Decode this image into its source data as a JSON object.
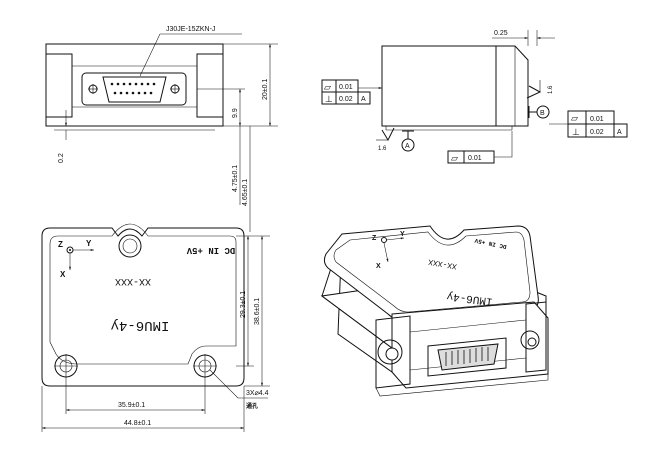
{
  "connector_part": "J30JE-15ZKN-J",
  "gap_dim": "0.25",
  "front_view": {
    "height_dim": "20±0.1",
    "inner_dim": "9.9",
    "bottom_dim": "0.2",
    "lower_dim_a": "4.75±0.1",
    "lower_dim_b": "4.65±0.1"
  },
  "side_view": {
    "fcf1_sym": "▱",
    "fcf1_val": "0.01",
    "fcf2_sym": "⊥",
    "fcf2_val": "0.02",
    "fcf2_ref": "A",
    "fcf3_sym": "▱",
    "fcf3_val": "0.01",
    "fcf4_sym": "▱",
    "fcf4_val": "0.01",
    "fcf5_sym": "⊥",
    "fcf5_val": "0.02",
    "fcf5_ref": "A",
    "datum_a": "A",
    "datum_b": "B",
    "roughness_1": "1.6",
    "roughness_2": "1.6"
  },
  "top_view": {
    "axis_z": "Z",
    "axis_y": "Y",
    "axis_x": "X",
    "power_label": "DC IN +5V",
    "serial_label": "XX-XXX",
    "model_label": "IMU6-4y",
    "height_inner_dim": "29.3±0.1",
    "height_outer_dim": "38.6±0.1",
    "width_inner_dim": "35.9±0.1",
    "width_outer_dim": "44.8±0.1",
    "hole_note": "3X⌀4.4",
    "hole_note_sub": "通孔"
  },
  "iso_view": {
    "axis_z": "Z",
    "axis_y": "Y",
    "axis_x": "X",
    "power_label": "DC IN +5V",
    "serial_label": "XX-XXX",
    "model_label": "IMU6-4y"
  },
  "colors": {
    "line": "#111111",
    "paper": "#ffffff"
  }
}
